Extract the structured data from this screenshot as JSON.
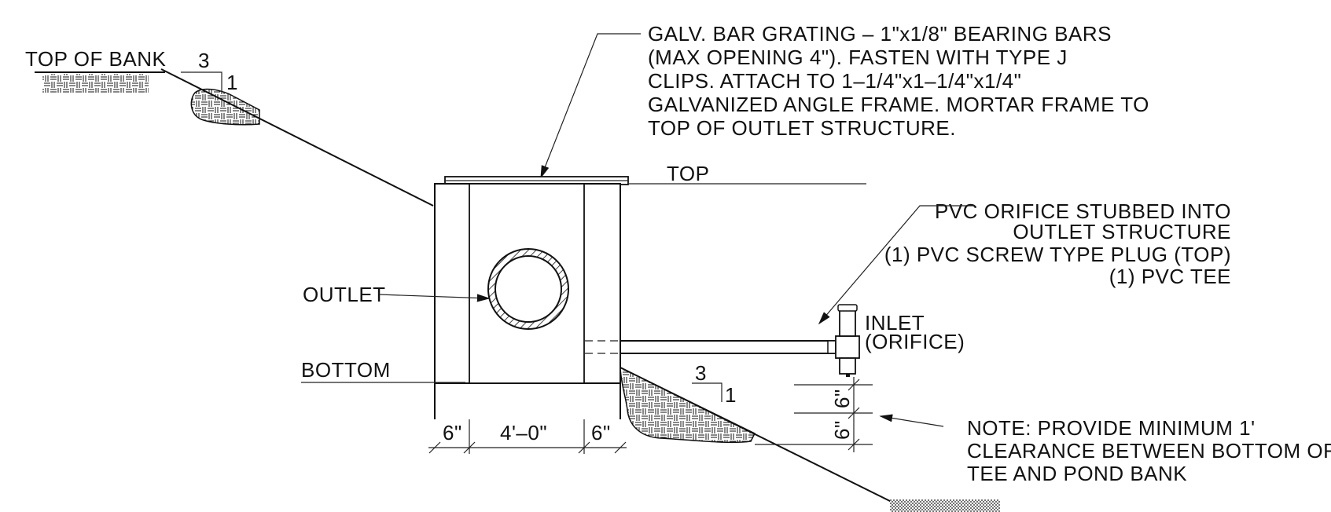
{
  "labels": {
    "top_of_bank": "TOP OF BANK",
    "slope_run_upper": "3",
    "slope_rise_upper": "1",
    "grating_note": [
      "GALV. BAR GRATING – 1\"x1/8\" BEARING BARS",
      "(MAX OPENING 4\"). FASTEN WITH TYPE J",
      "CLIPS. ATTACH TO 1–1/4\"x1–1/4\"x1/4\"",
      "GALVANIZED ANGLE FRAME. MORTAR FRAME TO",
      "TOP OF OUTLET STRUCTURE."
    ],
    "top": "TOP",
    "pvc_note": [
      "PVC ORIFICE STUBBED INTO",
      "OUTLET STRUCTURE",
      "(1) PVC SCREW TYPE PLUG (TOP)",
      "(1) PVC TEE"
    ],
    "outlet": "OUTLET",
    "inlet": "INLET",
    "inlet_sub": "(ORIFICE)",
    "bottom": "BOTTOM",
    "slope_run_lower": "3",
    "slope_rise_lower": "1",
    "dim_6a": "6\"",
    "dim_6b": "6\"",
    "dim_wall_left": "6\"",
    "dim_width": "4'–0\"",
    "dim_wall_right": "6\"",
    "clearance_note": [
      "NOTE: PROVIDE MINIMUM 1'",
      "CLEARANCE BETWEEN BOTTOM OF",
      "TEE AND POND BANK"
    ]
  },
  "colors": {
    "ink": "#111111",
    "background": "#ffffff"
  }
}
